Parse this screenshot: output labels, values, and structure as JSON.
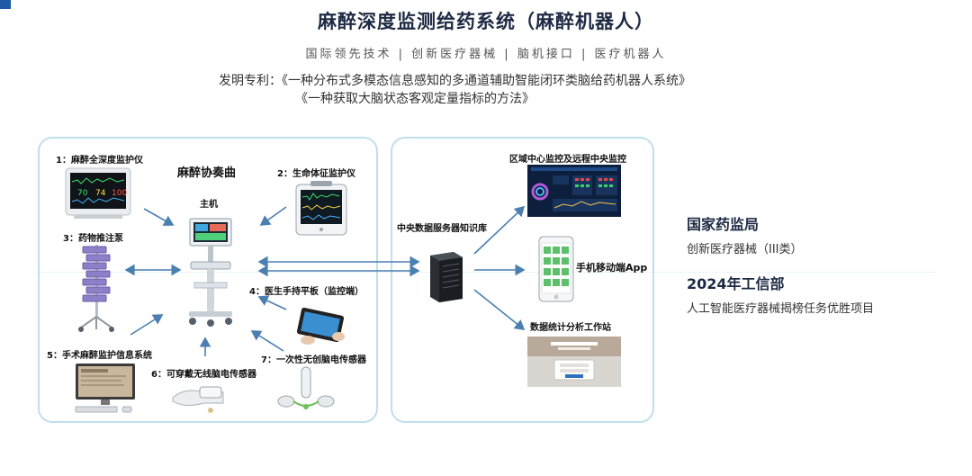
{
  "header": {
    "title": "麻醉深度监测给药系统（麻醉机器人）",
    "subtitle": "国际领先技术 | 创新医疗器械 | 脑机接口 | 医疗机器人",
    "patent_label": "发明专利：",
    "patent_1": "《一种分布式多模态信息感知的多通道辅助智能闭环类脑给药机器人系统》",
    "patent_2": "《一种获取大脑状态客观定量指标的方法》"
  },
  "left_panel": {
    "heading": "麻醉协奏曲",
    "host": "主机",
    "items": [
      "1：麻醉全深度监护仪",
      "2：生命体征监护仪",
      "3：药物推注泵",
      "4：医生手持平板（监控端）",
      "5：手术麻醉监护信息系统",
      "6：可穿戴无线脑电传感器",
      "7：一次性无创脑电传感器"
    ],
    "monitor_values": [
      "70",
      "74",
      "100"
    ]
  },
  "right_panel": {
    "server": "中央数据服务器知识库",
    "regional": "区域中心监控及远程中央监控",
    "app": "手机移动端App",
    "workstation": "数据统计分析工作站"
  },
  "side": {
    "org1": "国家药监局",
    "org1_desc": "创新医疗器械（III类）",
    "org2": "2024年工信部",
    "org2_desc": "人工智能医疗器械揭榜任务优胜项目"
  },
  "colors": {
    "accent": "#1f5aa6",
    "arrow": "#4a7fb0",
    "panel_border": "#bfe0e8",
    "title": "#1e2a44"
  }
}
